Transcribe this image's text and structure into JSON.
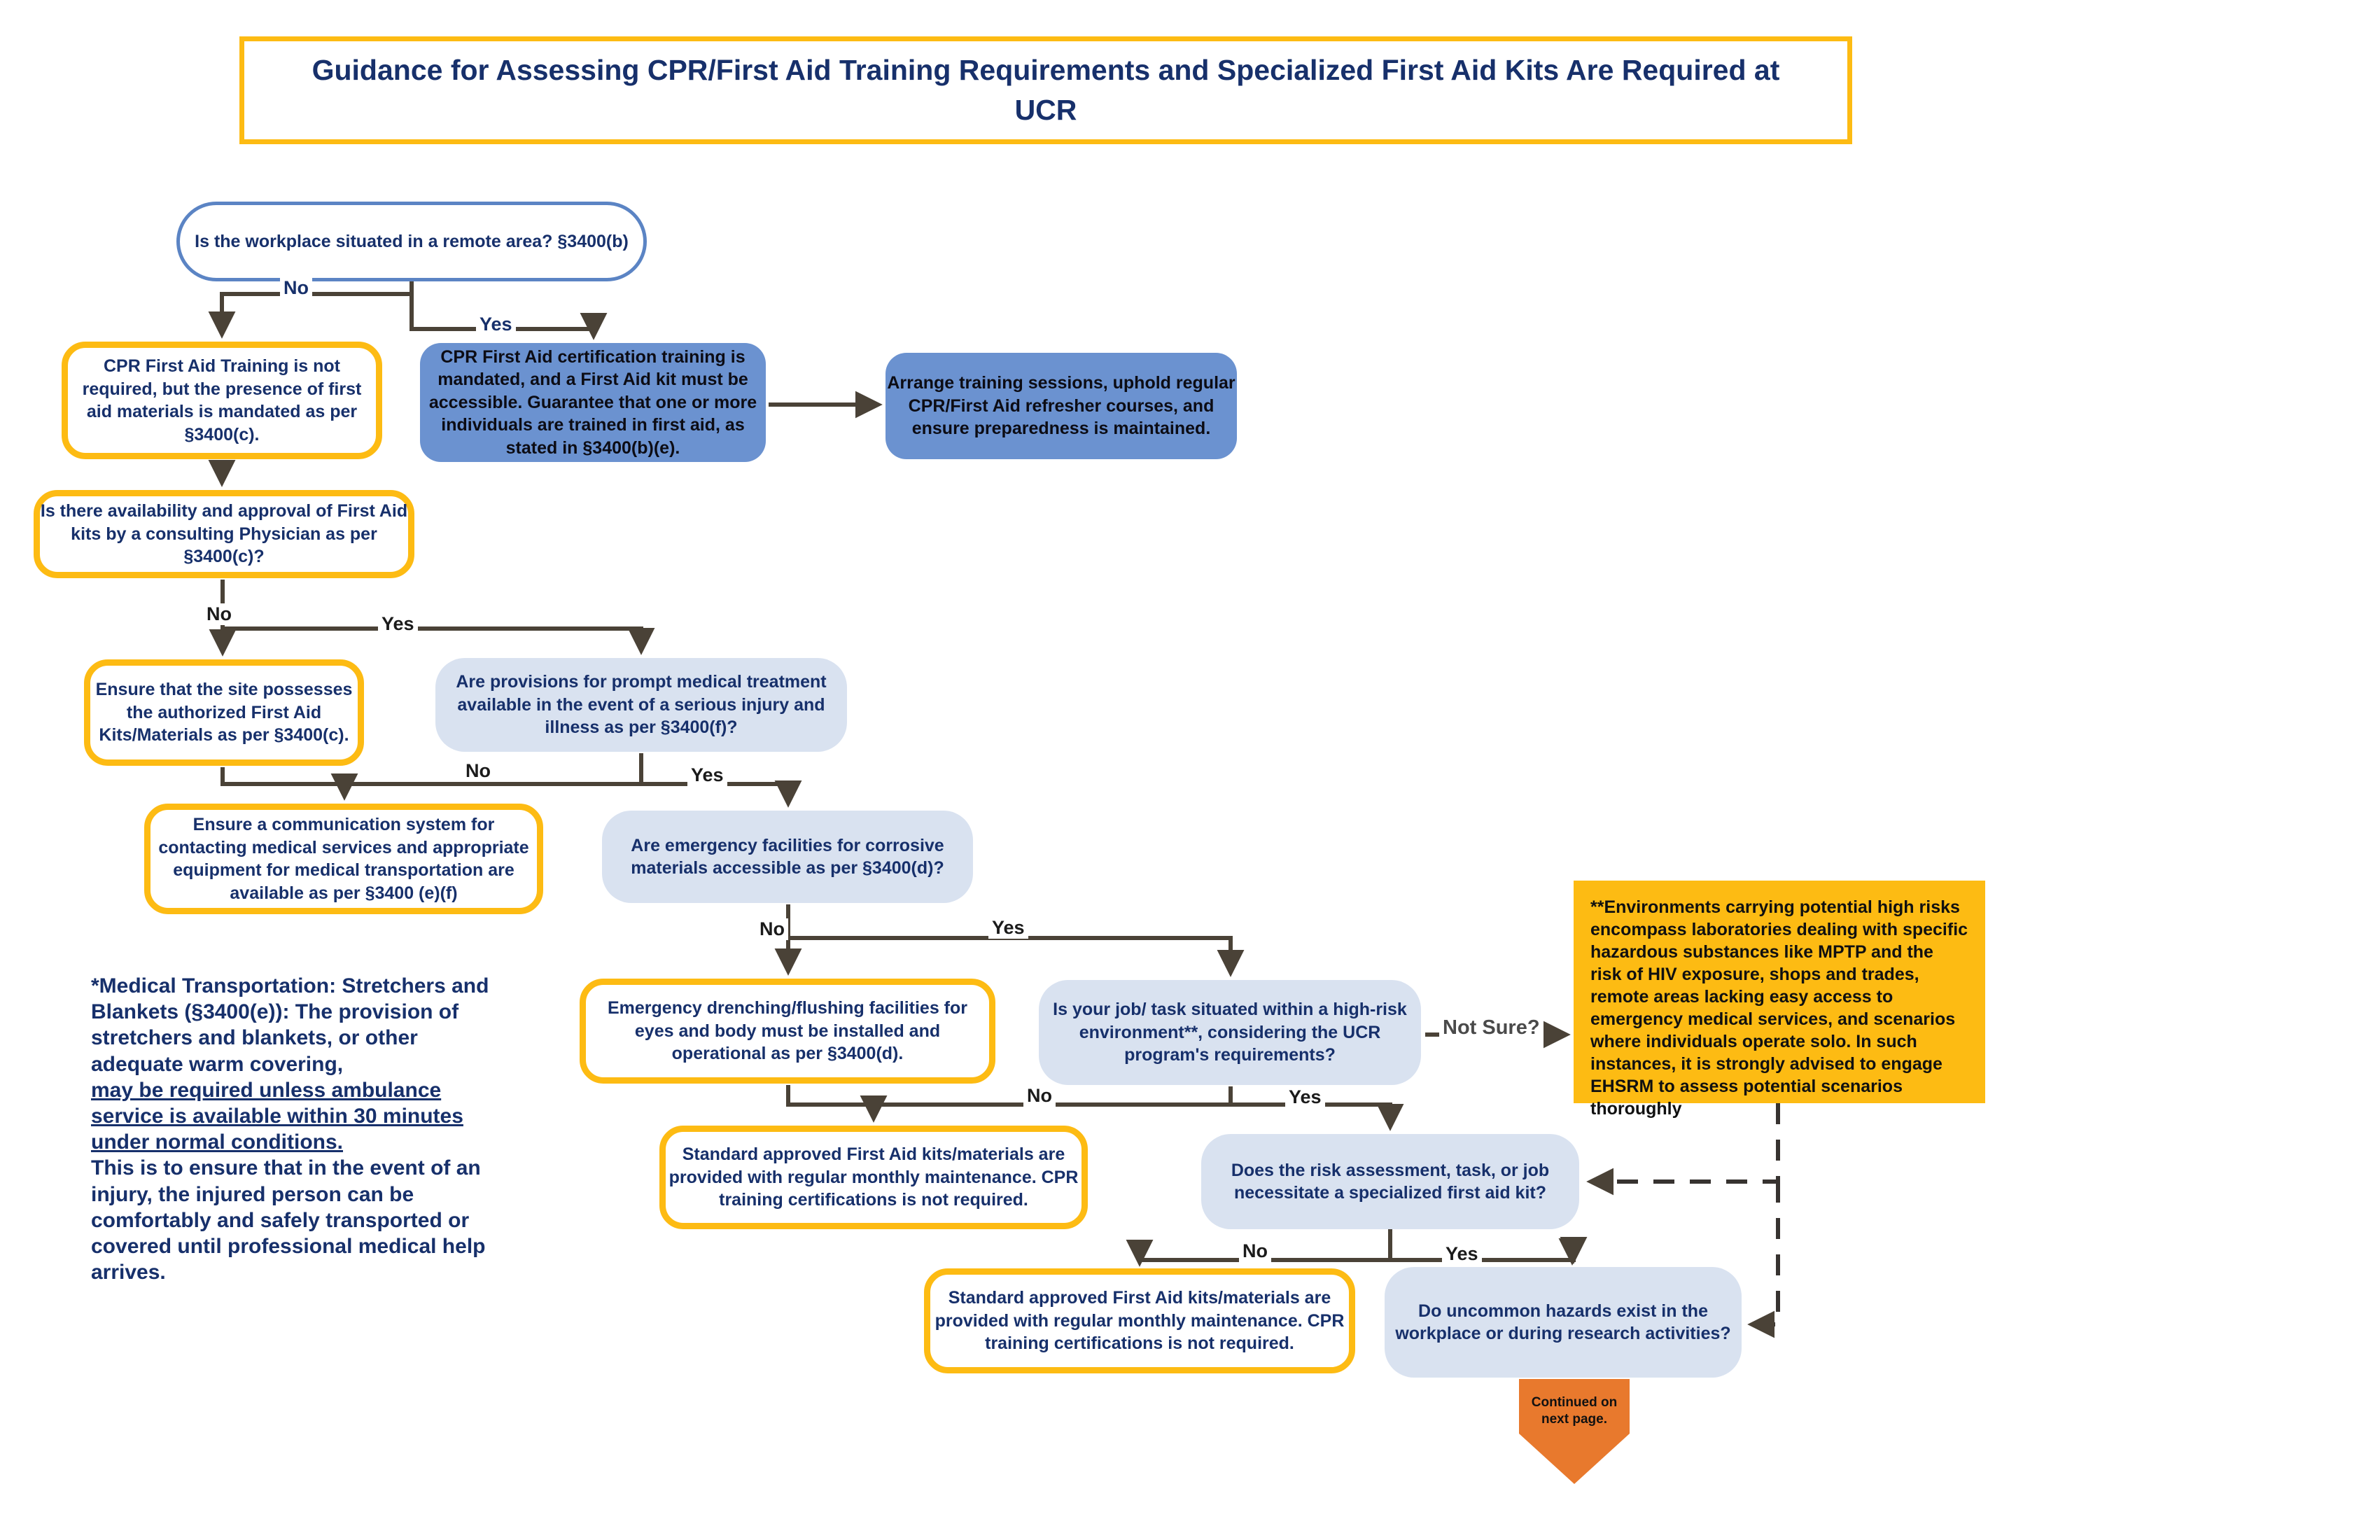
{
  "title": {
    "line1": "Guidance for Assessing CPR/First Aid Training Requirements and Specialized",
    "line2": "First Aid Kits Are Required at UCR",
    "full": "Guidance for Assessing CPR/First Aid Training Requirements and Specialized First Aid Kits Are Required at UCR"
  },
  "colors": {
    "navy_text": "#17306B",
    "yellow_border": "#FDBB13",
    "gold_fill": "#FDBB13",
    "blue_fill": "#6B92D0",
    "light_blue_fill": "#D9E2F0",
    "start_border": "#5B84C4",
    "connector": "#4A4237",
    "orange_arrow": "#E8792D",
    "background": "#FFFFFF"
  },
  "nodes": {
    "start": "Is the workplace situated in a remote area? §3400(b)",
    "cpr_not_required": "CPR First Aid Training is not required, but the presence of first aid materials is mandated as per §3400(c).",
    "cpr_certification": "CPR First Aid certification training is mandated, and a First Aid kit must be accessible. Guarantee that one or more individuals are trained in first aid, as stated in §3400(b)(e).",
    "arrange_training": "Arrange training sessions, uphold regular CPR/First Aid refresher courses, and ensure preparedness is maintained.",
    "availability_approval": "Is there availability and approval of First Aid kits by a consulting Physician as per §3400(c)?",
    "ensure_site": "Ensure that the site possesses the authorized First Aid Kits/Materials as per §3400(c).",
    "prompt_medical": "Are provisions for prompt medical treatment available in the event of a serious injury and illness as per §3400(f)?",
    "communication_system": "Ensure a communication system for contacting medical services and appropriate equipment for medical transportation are available as per §3400 (e)(f)",
    "corrosive_facilities": "Are emergency facilities for corrosive materials accessible as per §3400(d)?",
    "drenching_flushing": "Emergency drenching/flushing facilities for eyes and body must be installed and operational as per §3400(d).",
    "high_risk_environment": "Is your job/ task situated within a high-risk environment**, considering the UCR program's requirements?",
    "standard_kits_1": "Standard approved First Aid kits/materials are provided with regular monthly maintenance. CPR training certifications is not required.",
    "risk_assessment": "Does the risk assessment, task, or job necessitate a specialized first aid kit?",
    "standard_kits_2": "Standard approved First Aid kits/materials are provided with regular monthly maintenance. CPR training certifications is not required.",
    "uncommon_hazards": "Do uncommon hazards exist in the workplace or during research activities?",
    "high_risk_note": "**Environments carrying potential high risks encompass laboratories dealing with specific hazardous substances like MPTP and the risk of HIV exposure, shops and trades, remote areas lacking easy access to emergency medical services, and scenarios where individuals operate solo. In such instances, it is strongly advised to engage EHSRM to assess potential scenarios thoroughly",
    "continued": "Continued on next page."
  },
  "edge_labels": {
    "start_no": "No",
    "start_yes": "Yes",
    "approval_no": "No",
    "approval_yes": "Yes",
    "prompt_no": "No",
    "prompt_yes": "Yes",
    "corrosive_no": "No",
    "corrosive_yes": "Yes",
    "highrisk_no": "No",
    "highrisk_yes": "Yes",
    "highrisk_notsure": "Not Sure?",
    "riskassess_no": "No",
    "riskassess_yes": "Yes"
  },
  "side_note": {
    "part1": "*Medical Transportation: Stretchers and Blankets (§3400(e)): The provision of stretchers and blankets, or other adequate warm covering, ",
    "underlined": "may be required unless ambulance service is available within 30 minutes under normal conditions.",
    "part2": " This is to ensure that in the event of an injury, the injured person can be comfortably and safely transported or covered until professional medical help arrives.",
    "full": "*Medical Transportation: Stretchers and Blankets (§3400(e)): The provision of stretchers and blankets, or other adequate warm covering, may be required unless ambulance service is available within 30 minutes under normal conditions. This is to ensure that in the event of an injury, the injured person can be comfortably and safely transported or covered until professional medical help arrives."
  }
}
